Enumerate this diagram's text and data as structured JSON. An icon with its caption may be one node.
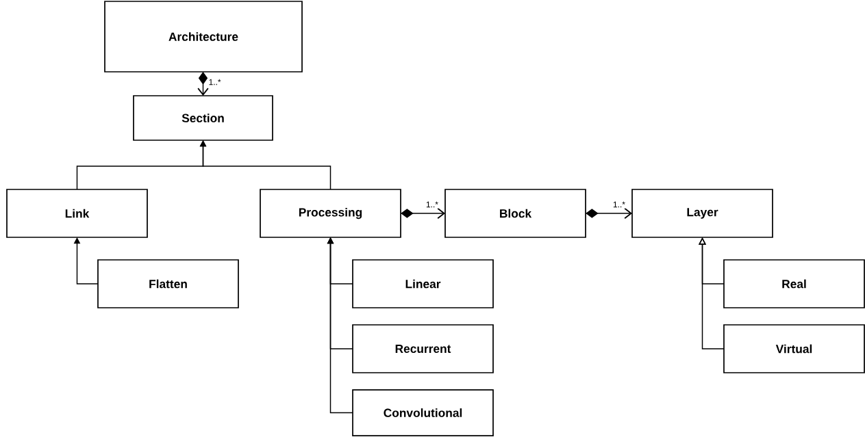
{
  "diagram": {
    "nodes": [
      {
        "text": [
          "Architecture"
        ]
      },
      {
        "text": [
          "Section"
        ]
      },
      {
        "text": [
          "Link"
        ]
      },
      {
        "text": [
          "Processing"
        ]
      },
      {
        "text": [
          "Block"
        ]
      },
      {
        "text": [
          "Layer"
        ]
      },
      {
        "text": [
          "Flatten"
        ]
      },
      {
        "text": [
          "Linear"
        ]
      },
      {
        "text": [
          "Real"
        ]
      },
      {
        "text": [
          "Recurrent"
        ]
      },
      {
        "text": [
          "Virtual"
        ]
      },
      {
        "text": [
          "Convolutional"
        ]
      }
    ],
    "edges": [
      {
        "from": 0,
        "to": 1,
        "arrow": "to",
        "label": "1..*"
      },
      {
        "from": 2,
        "to": 1,
        "arrow": "to"
      },
      {
        "from": 3,
        "to": 1,
        "arrow": "to"
      },
      {
        "from": 6,
        "to": 2,
        "arrow": "to"
      },
      {
        "from": 3,
        "to": 4,
        "arrow": "to",
        "label": "1..*"
      },
      {
        "from": 4,
        "to": 5,
        "arrow": "to",
        "label": "1..*"
      },
      {
        "from": 7,
        "to": 3,
        "arrow": "to"
      },
      {
        "from": 9,
        "to": 3,
        "arrow": "to"
      },
      {
        "from": 11,
        "to": 3,
        "arrow": "to"
      },
      {
        "from": 8,
        "to": 5,
        "arrow": "to"
      },
      {
        "from": 10,
        "to": 5,
        "arrow": "to"
      }
    ]
  }
}
